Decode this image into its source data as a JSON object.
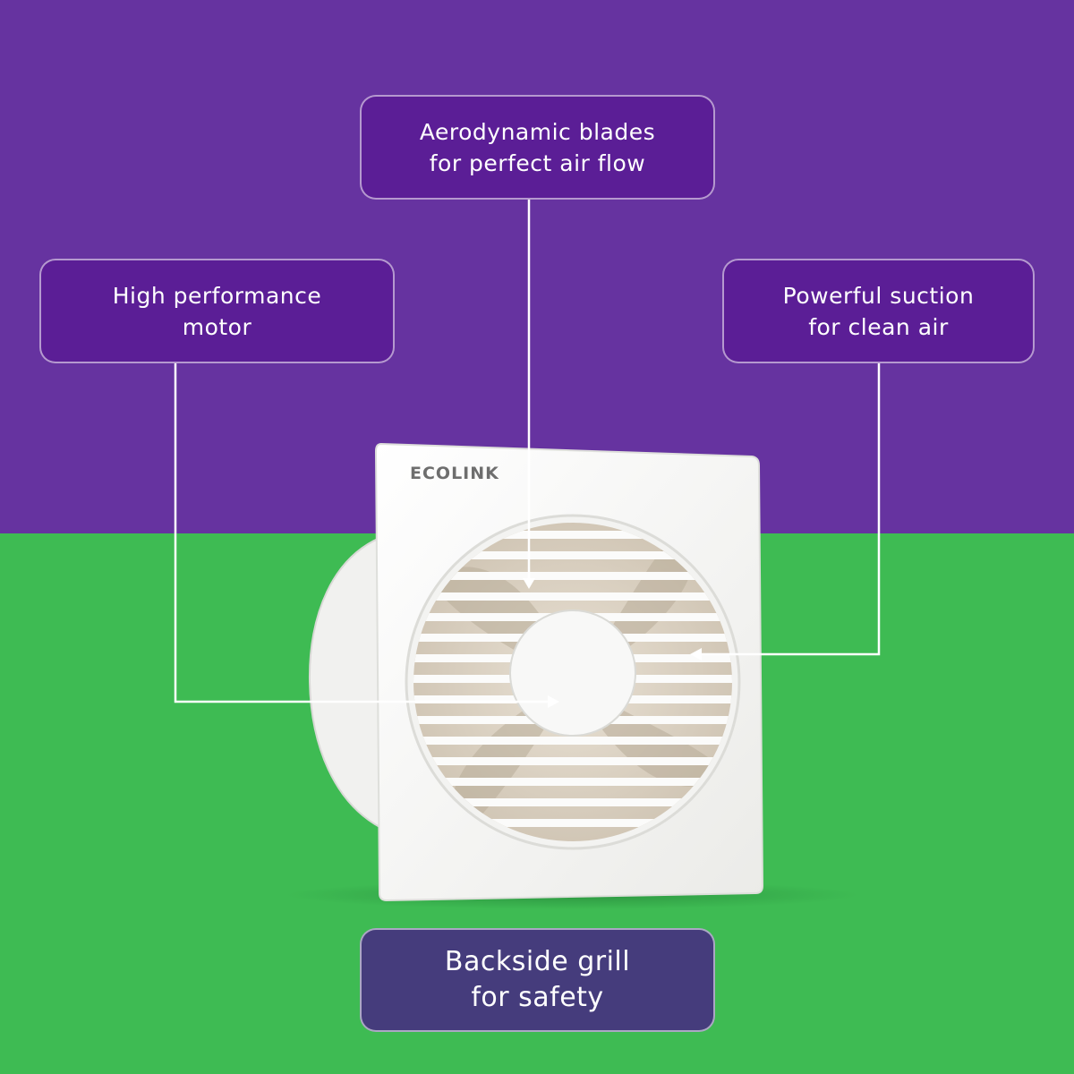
{
  "colors": {
    "top_background": "#6633a0",
    "bottom_background": "#3ebb53",
    "callout_fill": "#5b1e96",
    "bottom_callout_fill": "#453c7c",
    "connector": "#ffffff",
    "fan_body": "#f6f6f4"
  },
  "product": {
    "brand_logo_text": "ECOLINK"
  },
  "callouts": {
    "blades": "Aerodynamic blades\nfor perfect air flow",
    "motor": "High performance\nmotor",
    "suction": "Powerful suction\nfor clean air",
    "grill": "Backside grill\nfor safety"
  }
}
